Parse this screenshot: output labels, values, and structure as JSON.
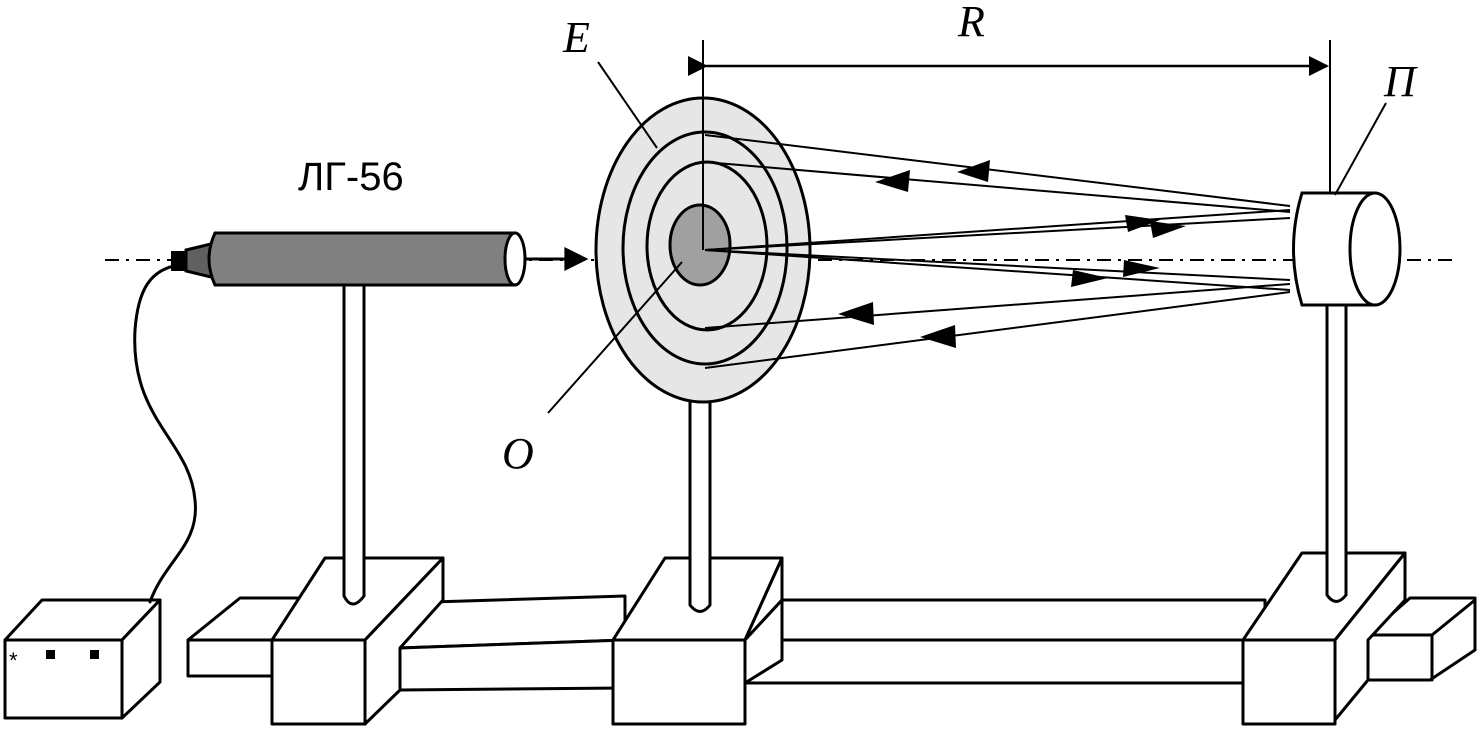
{
  "labels": {
    "laser": "ЛГ-56",
    "screen": "E",
    "distance": "R",
    "reflector": "П",
    "center": "O"
  },
  "power_supply": {
    "indicator": "*"
  },
  "colors": {
    "ink": "#000000",
    "laser_body": "#808080",
    "screen_fill": "#e6e6e6",
    "center_spot": "#a0a0a0"
  }
}
